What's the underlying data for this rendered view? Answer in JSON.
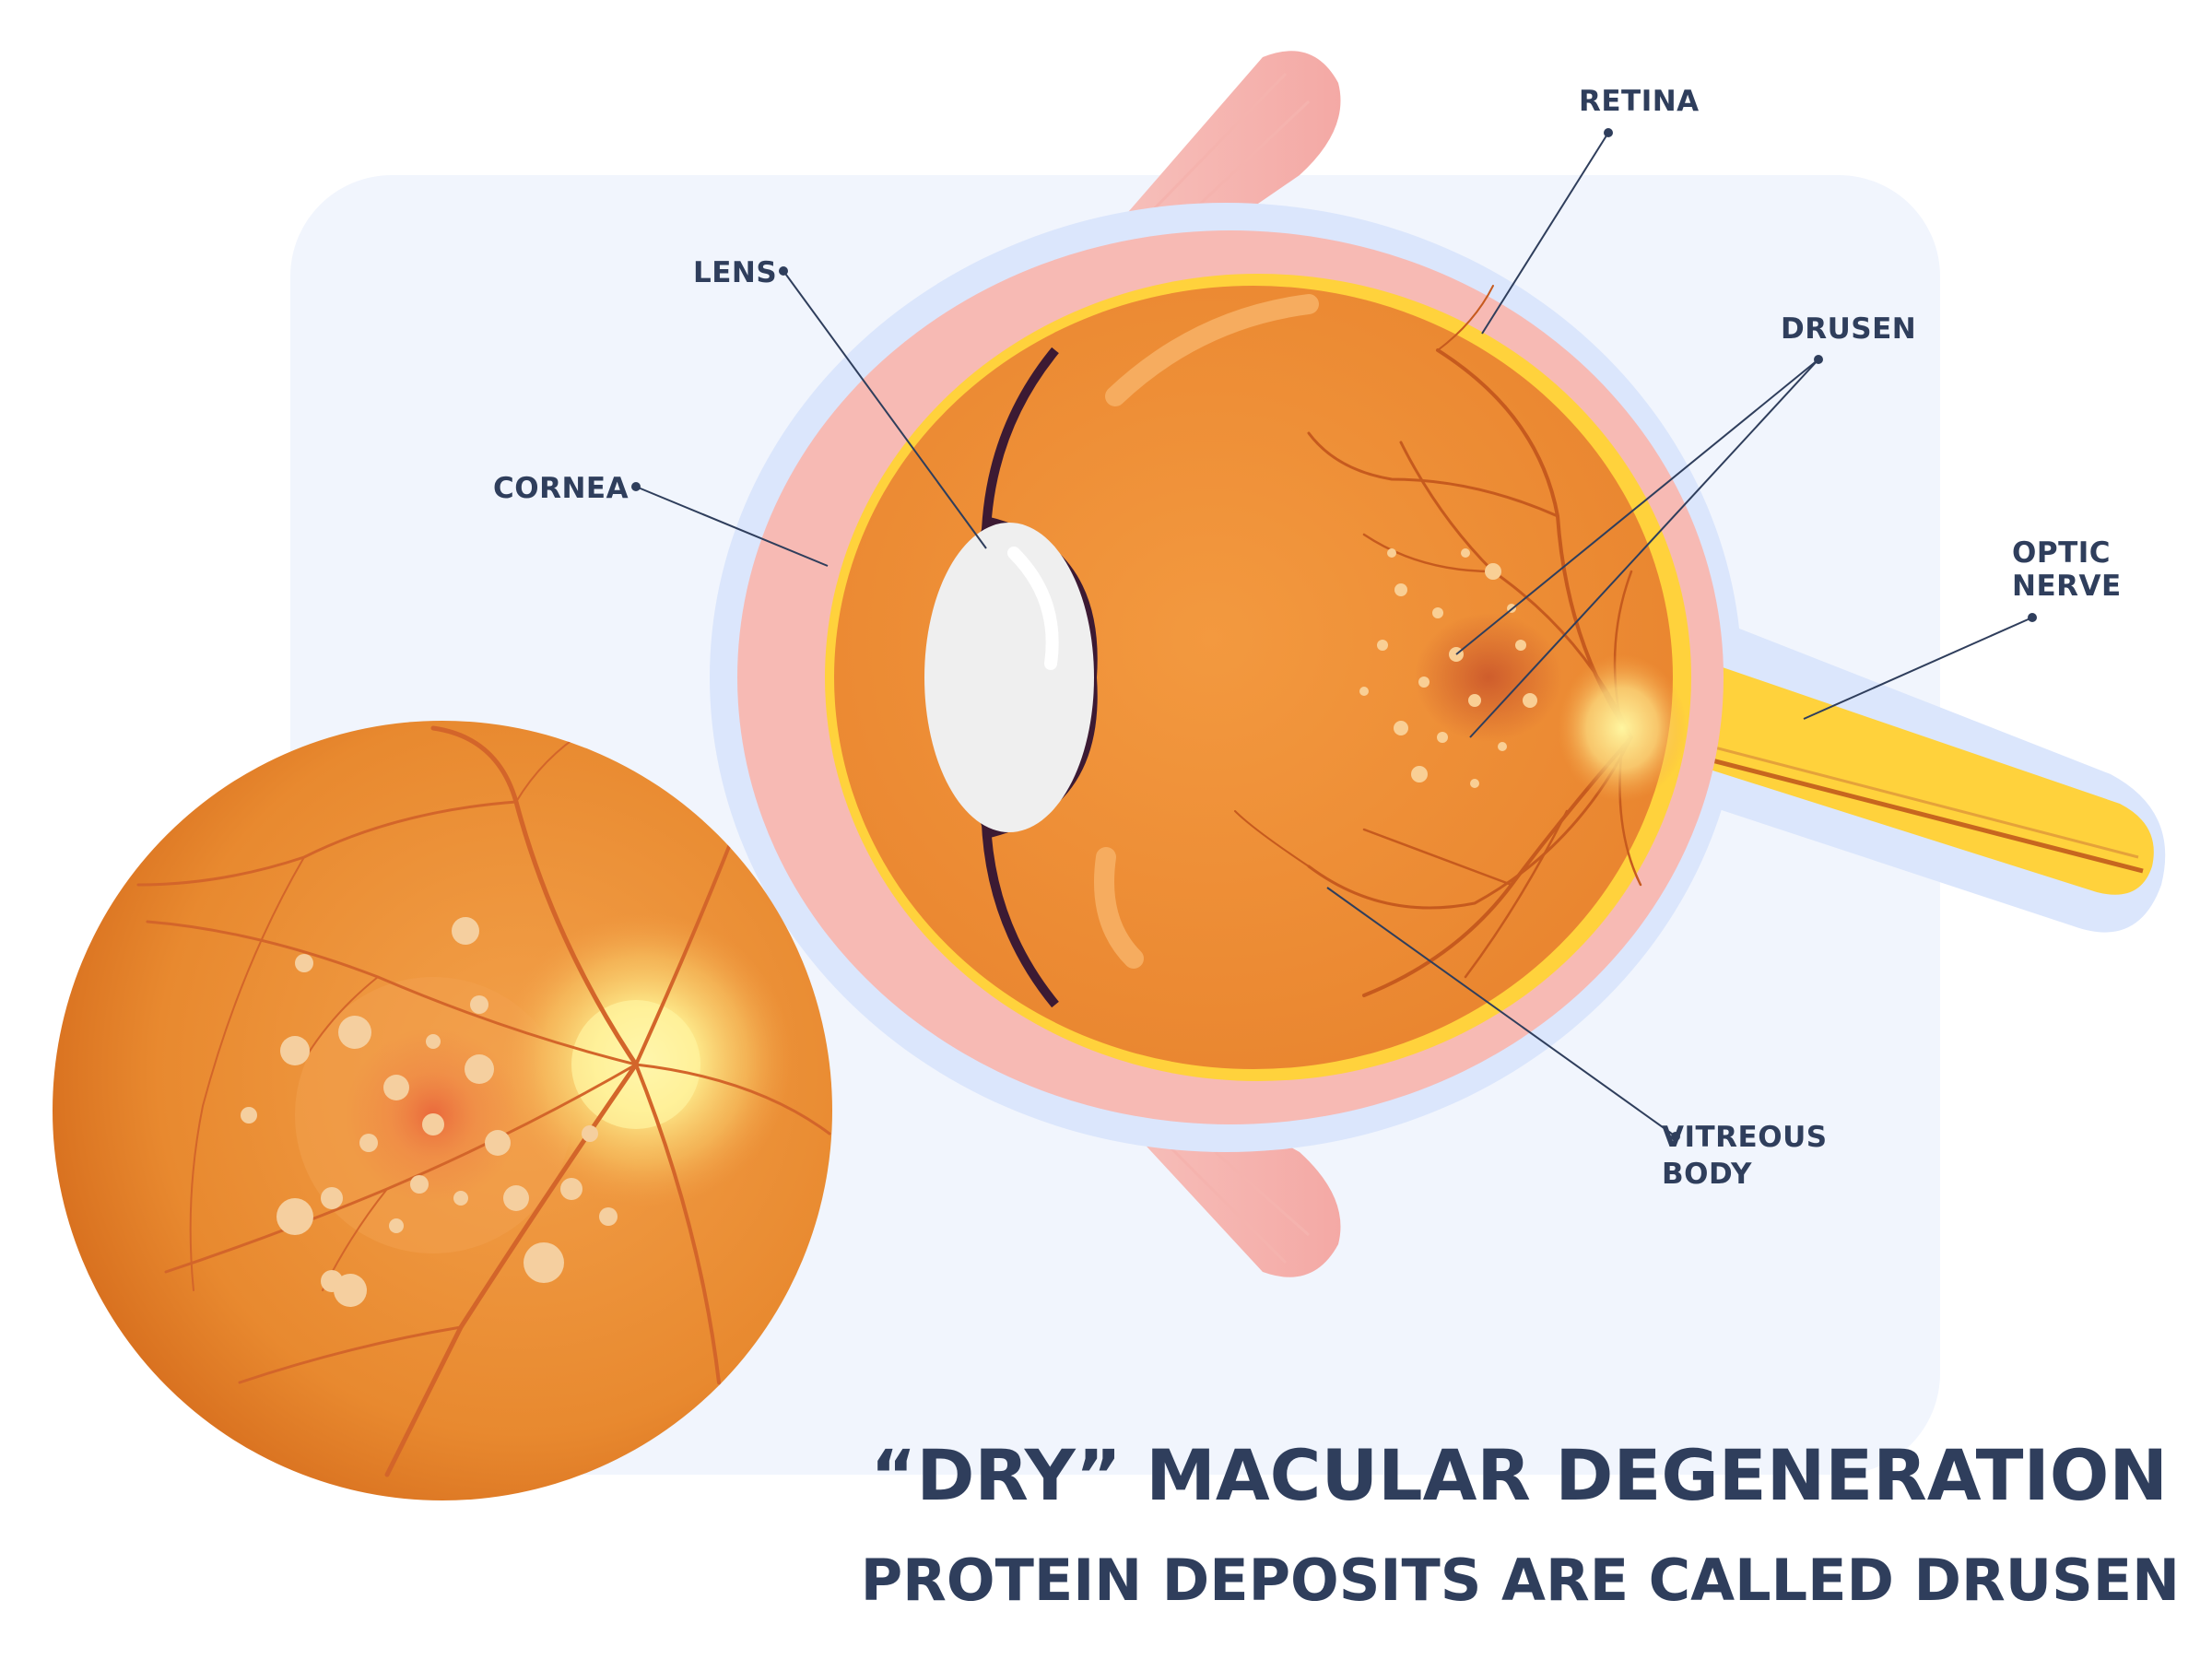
{
  "labels": {
    "retina": "RETINA",
    "lens": "LENS",
    "drusen": "DRUSEN",
    "cornea": "CORNEA",
    "optic_nerve_line1": "OPTIC",
    "optic_nerve_line2": "NERVE",
    "vitreous_line1": "VITREOUS",
    "vitreous_line2": "BODY"
  },
  "title": "“DRY” MACULAR DEGENERATION",
  "subtitle": "PROTEIN DEPOSITS ARE CALLED DRUSEN",
  "colors": {
    "text": "#2f3e5c",
    "panel": "#f1f5fd",
    "halo": "#d6e2fb",
    "sclera_pink": "#f7b9b4",
    "retina_yellow": "#ffd23c",
    "vitreous_orange": "#ee8e38",
    "fundus_orange": "#e8862d",
    "iris_blue": "#4694d4",
    "lens_white": "#efefef",
    "vessel_red": "#c75a1f"
  }
}
